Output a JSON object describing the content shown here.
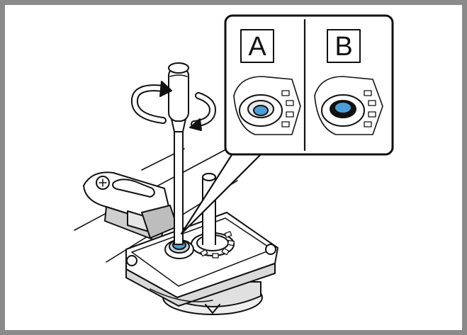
{
  "callout": {
    "panels": [
      {
        "label": "A",
        "fastener_state": "screw-loosened"
      },
      {
        "label": "B",
        "fastener_state": "screw-seated"
      }
    ]
  },
  "colors": {
    "frame": "#8a8a8a",
    "line": "#111111",
    "highlight": "#4a9fd6",
    "shade": "#cfcfcf"
  },
  "icons": [
    "screwdriver-icon",
    "rotation-arrows-icon",
    "screw-icon"
  ]
}
